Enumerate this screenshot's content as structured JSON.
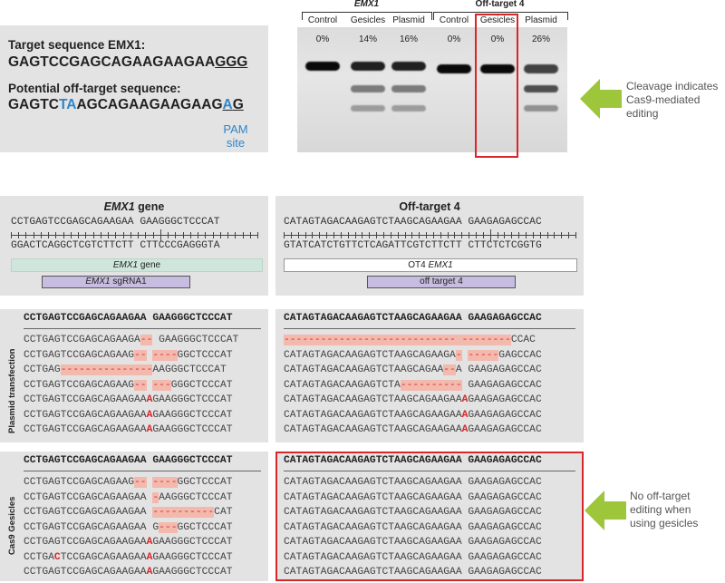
{
  "top_left": {
    "target_label": "Target sequence EMX1:",
    "target_seq": {
      "pre": "GAGTCCGAGCAGAAGAAGAA",
      "pam": "GGG"
    },
    "offtarget_label": "Potential off-target sequence:",
    "offtarget_seq": {
      "a": "GAGTC",
      "b": "TA",
      "c": "AGCAGAAGAAGAAG",
      "d": "A",
      "e": "G"
    },
    "pam_label": "PAM\nsite"
  },
  "gel": {
    "group1": "EMX1",
    "group2": "Off-target 4",
    "lanes": [
      {
        "label": "Control",
        "pct": "0%"
      },
      {
        "label": "Gesicles",
        "pct": "14%"
      },
      {
        "label": "Plasmid",
        "pct": "16%"
      },
      {
        "label": "Control",
        "pct": "0%"
      },
      {
        "label": "Gesicles",
        "pct": "0%"
      },
      {
        "label": "Plasmid",
        "pct": "26%"
      }
    ],
    "band_intensity": [
      {
        "top": 1.0,
        "mid": 0.0,
        "low": 0.0
      },
      {
        "top": 0.9,
        "mid": 0.5,
        "low": 0.35
      },
      {
        "top": 0.9,
        "mid": 0.5,
        "low": 0.35
      },
      {
        "top": 1.0,
        "mid": 0.0,
        "low": 0.0
      },
      {
        "top": 1.0,
        "mid": 0.0,
        "low": 0.0
      },
      {
        "top": 0.75,
        "mid": 0.7,
        "low": 0.4
      }
    ]
  },
  "annotation_top": "Cleavage indicates\nCas9-mediated\nediting",
  "annotation_bottom": "No off-target\nediting when\nusing gesicles",
  "accent_color": "#9dc63b",
  "emx1_panel": {
    "title_italic": "EMX1",
    "title_rest": " gene",
    "seq_top": "CCTGAGTCCGAGCAGAAGAA GAAGGGCTCCCAT",
    "seq_bottom": "GGACTCAGGCTCGTCTTCTT CTTCCCGAGGGTA",
    "gene_bar_italic": "EMX1",
    "gene_bar_rest": " gene",
    "sgrna_italic": "EMX1",
    "sgrna_rest": " sgRNA1"
  },
  "ot4_panel": {
    "title": "Off-target 4",
    "seq_top": "CATAGTAGACAAGAGTCTAAGCAGAAGAA GAAGAGAGCCAC",
    "seq_bottom": "GTATCATCTGTTCTCAGATTCGTCTTCTT CTTCTCTCGGTG",
    "bar1_pre": "OT4 ",
    "bar1_italic": "EMX1",
    "bar2": "off target 4"
  },
  "plasmid": {
    "side_label": "Plasmid transfection",
    "ref_left": "CCTGAGTCCGAGCAGAAGAA GAAGGGCTCCCAT",
    "ref_right": "CATAGTAGACAAGAGTCTAAGCAGAAGAA GAAGAGAGCCAC",
    "left_rows": [
      [
        {
          "t": "CCTGAGTCCGAGCAGAAGA"
        },
        {
          "t": "--",
          "c": "hl"
        },
        {
          "t": " GAAGGGCTCCCAT"
        }
      ],
      [
        {
          "t": "CCTGAGTCCGAGCAGAAG"
        },
        {
          "t": "--",
          "c": "hl"
        },
        {
          "t": " "
        },
        {
          "t": "----",
          "c": "hl"
        },
        {
          "t": "GGCTCCCAT"
        }
      ],
      [
        {
          "t": "CCTGAG"
        },
        {
          "t": "---------------",
          "c": "hl"
        },
        {
          "t": "AAGGGCTCCCAT"
        }
      ],
      [
        {
          "t": "CCTGAGTCCGAGCAGAAG"
        },
        {
          "t": "--",
          "c": "hl"
        },
        {
          "t": " "
        },
        {
          "t": "---",
          "c": "hl"
        },
        {
          "t": "GGGCTCCCAT"
        }
      ],
      [
        {
          "t": "CCTGAGTCCGAGCAGAAGAA"
        },
        {
          "t": "A",
          "c": "red"
        },
        {
          "t": "GAAGGGCTCCCAT"
        }
      ],
      [
        {
          "t": "CCTGAGTCCGAGCAGAAGAA"
        },
        {
          "t": "A",
          "c": "red"
        },
        {
          "t": "GAAGGGCTCCCAT"
        }
      ],
      [
        {
          "t": "CCTGAGTCCGAGCAGAAGAA"
        },
        {
          "t": "A",
          "c": "red"
        },
        {
          "t": "GAAGGGCTCCCAT"
        }
      ]
    ],
    "right_rows": [
      [
        {
          "t": "---------------------------- --------",
          "c": "hl"
        },
        {
          "t": "CCAC"
        }
      ],
      [
        {
          "t": "CATAGTAGACAAGAGTCTAAGCAGAAGA"
        },
        {
          "t": "-",
          "c": "hl"
        },
        {
          "t": " "
        },
        {
          "t": "-----",
          "c": "hl"
        },
        {
          "t": "GAGCCAC"
        }
      ],
      [
        {
          "t": "CATAGTAGACAAGAGTCTAAGCAGAA"
        },
        {
          "t": "--",
          "c": "hl"
        },
        {
          "t": "A GAAGAGAGCCAC"
        }
      ],
      [
        {
          "t": "CATAGTAGACAAGAGTCTA"
        },
        {
          "t": "----------",
          "c": "hl"
        },
        {
          "t": " GAAGAGAGCCAC"
        }
      ],
      [
        {
          "t": "CATAGTAGACAAGAGTCTAAGCAGAAGAA"
        },
        {
          "t": "A",
          "c": "red"
        },
        {
          "t": "GAAGAGAGCCAC"
        }
      ],
      [
        {
          "t": "CATAGTAGACAAGAGTCTAAGCAGAAGAA"
        },
        {
          "t": "A",
          "c": "red"
        },
        {
          "t": "GAAGAGAGCCAC"
        }
      ],
      [
        {
          "t": "CATAGTAGACAAGAGTCTAAGCAGAAGAA"
        },
        {
          "t": "A",
          "c": "red"
        },
        {
          "t": "GAAGAGAGCCAC"
        }
      ]
    ]
  },
  "gesicles": {
    "side_label": "Cas9 Gesicles",
    "ref_left": "CCTGAGTCCGAGCAGAAGAA GAAGGGCTCCCAT",
    "ref_right": "CATAGTAGACAAGAGTCTAAGCAGAAGAA GAAGAGAGCCAC",
    "left_rows": [
      [
        {
          "t": "CCTGAGTCCGAGCAGAAG"
        },
        {
          "t": "--",
          "c": "hl"
        },
        {
          "t": " "
        },
        {
          "t": "----",
          "c": "hl"
        },
        {
          "t": "GGCTCCCAT"
        }
      ],
      [
        {
          "t": "CCTGAGTCCGAGCAGAAGAA "
        },
        {
          "t": "-",
          "c": "hl"
        },
        {
          "t": "AAGGGCTCCCAT"
        }
      ],
      [
        {
          "t": "CCTGAGTCCGAGCAGAAGAA "
        },
        {
          "t": "----------",
          "c": "hl"
        },
        {
          "t": "CAT"
        }
      ],
      [
        {
          "t": "CCTGAGTCCGAGCAGAAGAA G"
        },
        {
          "t": "---",
          "c": "hl"
        },
        {
          "t": "GGCTCCCAT"
        }
      ],
      [
        {
          "t": "CCTGAGTCCGAGCAGAAGAA"
        },
        {
          "t": "A",
          "c": "red"
        },
        {
          "t": "GAAGGGCTCCCAT"
        }
      ],
      [
        {
          "t": "CCTGA"
        },
        {
          "t": "C",
          "c": "red"
        },
        {
          "t": "TCCGAGCAGAAGAA"
        },
        {
          "t": "A",
          "c": "red"
        },
        {
          "t": "GAAGGGCTCCCAT"
        }
      ],
      [
        {
          "t": "CCTGAGTCCGAGCAGAAGAA"
        },
        {
          "t": "A",
          "c": "red"
        },
        {
          "t": "GAAGGGCTCCCAT"
        }
      ]
    ],
    "right_rows": [
      [
        {
          "t": "CATAGTAGACAAGAGTCTAAGCAGAAGAA GAAGAGAGCCAC"
        }
      ],
      [
        {
          "t": "CATAGTAGACAAGAGTCTAAGCAGAAGAA GAAGAGAGCCAC"
        }
      ],
      [
        {
          "t": "CATAGTAGACAAGAGTCTAAGCAGAAGAA GAAGAGAGCCAC"
        }
      ],
      [
        {
          "t": "CATAGTAGACAAGAGTCTAAGCAGAAGAA GAAGAGAGCCAC"
        }
      ],
      [
        {
          "t": "CATAGTAGACAAGAGTCTAAGCAGAAGAA GAAGAGAGCCAC"
        }
      ],
      [
        {
          "t": "CATAGTAGACAAGAGTCTAAGCAGAAGAA GAAGAGAGCCAC"
        }
      ],
      [
        {
          "t": "CATAGTAGACAAGAGTCTAAGCAGAAGAA GAAGAGAGCCAC"
        }
      ]
    ]
  }
}
